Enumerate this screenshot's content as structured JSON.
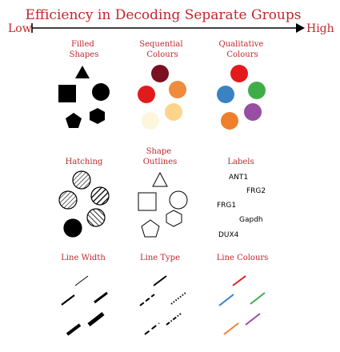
{
  "title": "Efficiency in Decoding Separate Groups",
  "scale": {
    "low_label": "Low",
    "high_label": "High"
  },
  "panels": [
    {
      "title_lines": [
        "Filled",
        "Shapes"
      ]
    },
    {
      "title_lines": [
        "Sequential",
        "Colours"
      ]
    },
    {
      "title_lines": [
        "Qualitative",
        "Colours"
      ]
    },
    {
      "title_lines": [
        "Hatching"
      ]
    },
    {
      "title_lines": [
        "Shape",
        "Outlines"
      ]
    },
    {
      "title_lines": [
        "Labels"
      ]
    },
    {
      "title_lines": [
        "Line Width"
      ]
    },
    {
      "title_lines": [
        "Line Type"
      ]
    },
    {
      "title_lines": [
        "Line Colours"
      ]
    }
  ],
  "labels": [
    "ANT1",
    "FRG2",
    "FRG1",
    "Gapdh",
    "DUX4"
  ],
  "colors": {
    "accent": "#c1272d",
    "ink": "#000000",
    "sequential": [
      "#7a1020",
      "#e31a1c",
      "#f08a3c",
      "#fdd48a",
      "#fdf5dc"
    ],
    "qualitative": [
      "#e41a1c",
      "#3b82c4",
      "#3fae49",
      "#984ea3",
      "#f07f2c"
    ]
  }
}
